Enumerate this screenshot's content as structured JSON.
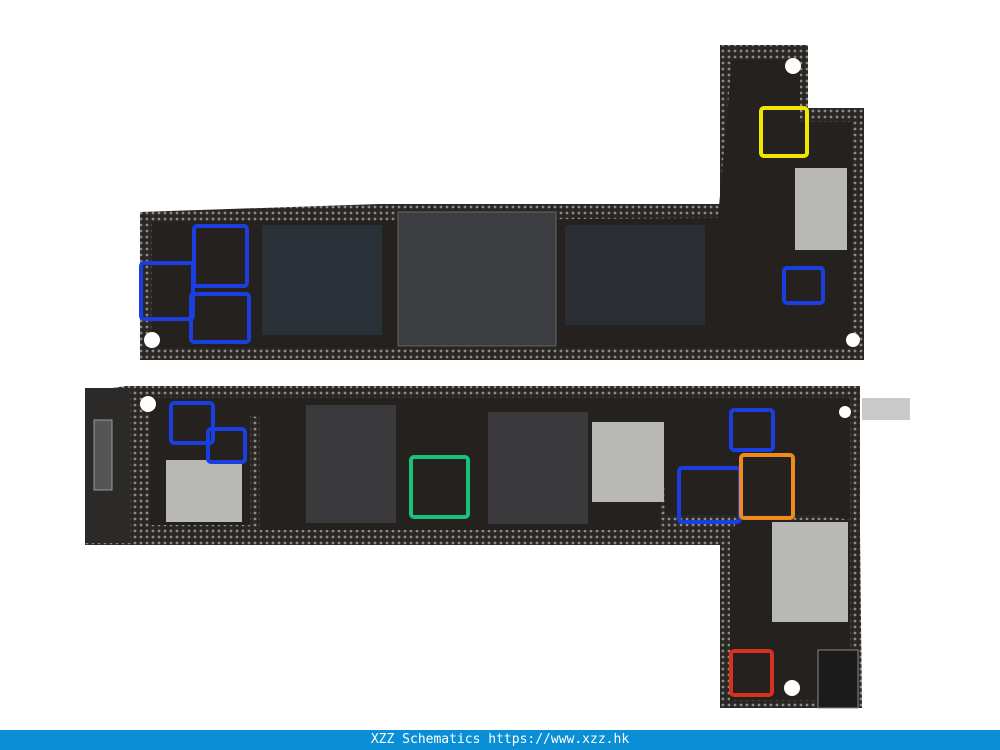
{
  "footer": {
    "text": "XZZ Schematics https://www.xzz.hk"
  },
  "colors": {
    "footer_bg": "#0a8fd6",
    "board": "#2a2724",
    "highlight_blue": "#1a3fe0",
    "highlight_yellow": "#f2e500",
    "highlight_green": "#19c27a",
    "highlight_orange": "#f08a1c",
    "highlight_red": "#d8321e"
  },
  "highlights": [
    {
      "board": "upper",
      "color": "blue"
    },
    {
      "board": "upper",
      "color": "blue"
    },
    {
      "board": "upper",
      "color": "blue"
    },
    {
      "board": "upper",
      "color": "blue"
    },
    {
      "board": "upper",
      "color": "yellow"
    },
    {
      "board": "lower",
      "color": "blue"
    },
    {
      "board": "lower",
      "color": "blue"
    },
    {
      "board": "lower",
      "color": "green"
    },
    {
      "board": "lower",
      "color": "blue"
    },
    {
      "board": "lower",
      "color": "blue"
    },
    {
      "board": "lower",
      "color": "orange"
    },
    {
      "board": "lower",
      "color": "red"
    }
  ]
}
